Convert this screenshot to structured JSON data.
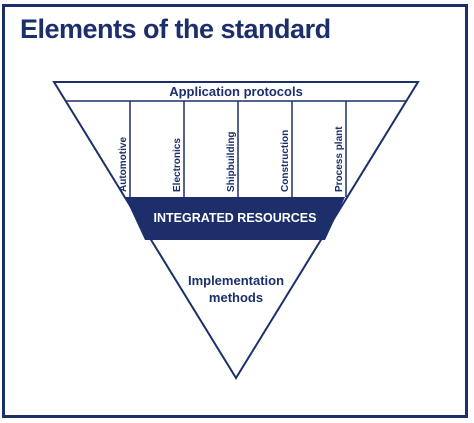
{
  "title": "Elements of the standard",
  "diagram": {
    "top_band_label": "Application protocols",
    "columns": [
      "Automotive",
      "Electronics",
      "Shipbuilding",
      "Construction",
      "Process plant"
    ],
    "middle_band_label": "INTEGRATED RESOURCES",
    "bottom_label_line1": "Implementation",
    "bottom_label_line2": "methods"
  },
  "colors": {
    "navy": "#1c2f6b",
    "background": "#ffffff"
  }
}
